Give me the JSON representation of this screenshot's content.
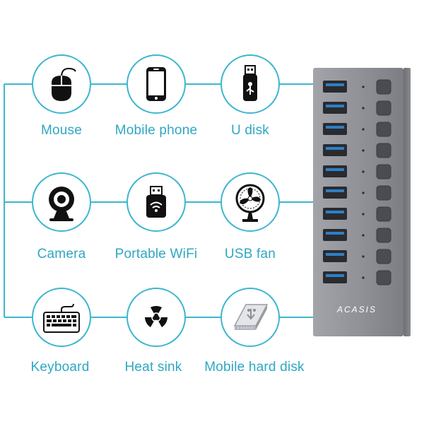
{
  "items": [
    {
      "label": "Mouse",
      "icon": "mouse-icon"
    },
    {
      "label": "Mobile phone",
      "icon": "mobile-phone-icon"
    },
    {
      "label": "U disk",
      "icon": "usb-drive-icon"
    },
    {
      "label": "Camera",
      "icon": "webcam-icon"
    },
    {
      "label": "Portable WiFi",
      "icon": "usb-wifi-adapter-icon"
    },
    {
      "label": "USB fan",
      "icon": "fan-icon"
    },
    {
      "label": "Keyboard",
      "icon": "keyboard-icon"
    },
    {
      "label": "Heat sink",
      "icon": "radiation-icon"
    },
    {
      "label": "Mobile hard disk",
      "icon": "hard-disk-icon"
    }
  ],
  "hub": {
    "brand": "ACASIS",
    "port_count": 10,
    "colors": {
      "body": "#8e9096",
      "port_blue": "#2f7fc4",
      "accent": "#3db6cf"
    }
  }
}
